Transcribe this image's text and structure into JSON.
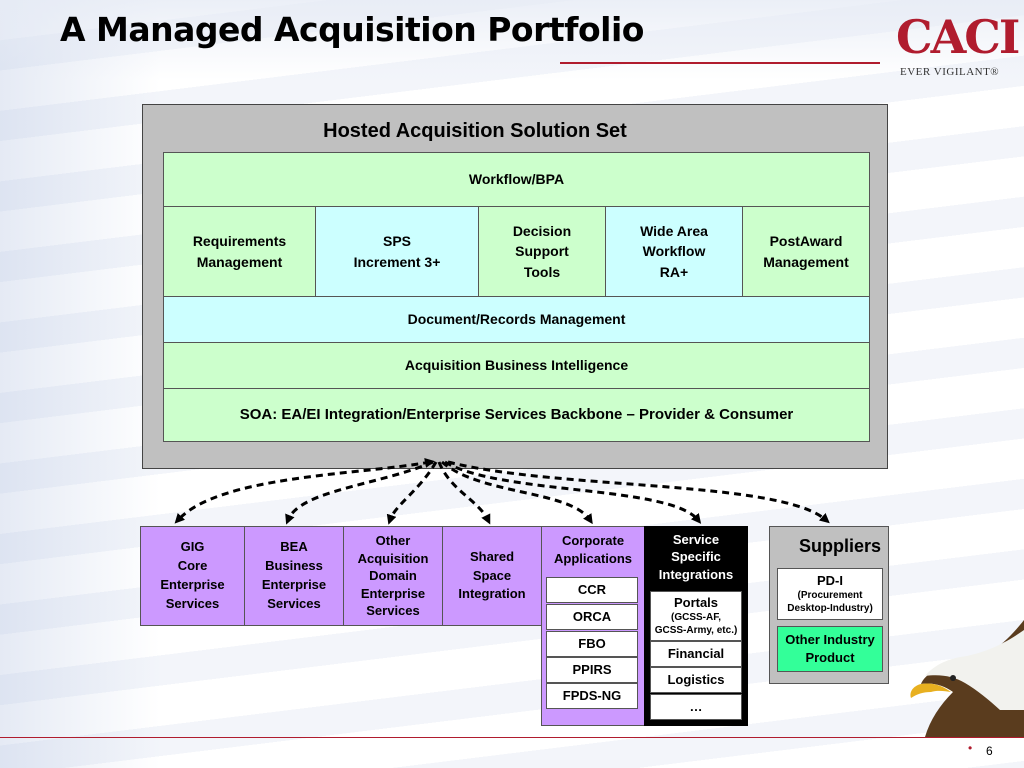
{
  "title": "A Managed Acquisition Portfolio",
  "logo": {
    "name": "CACI",
    "tagline": "EVER VIGILANT®"
  },
  "hosted": {
    "title": "Hosted Acquisition Solution Set",
    "workflow": "Workflow/BPA",
    "modules": [
      {
        "line1": "Requirements",
        "line2": "Management",
        "line3": ""
      },
      {
        "line1": "SPS",
        "line2": "Increment 3+",
        "line3": ""
      },
      {
        "line1": "Decision",
        "line2": "Support",
        "line3": "Tools"
      },
      {
        "line1": "Wide Area",
        "line2": "Workflow",
        "line3": "RA+"
      },
      {
        "line1": "PostAward",
        "line2": "Management",
        "line3": ""
      }
    ],
    "document_mgmt": "Document/Records Management",
    "business_intel": "Acquisition Business Intelligence",
    "soa": "SOA: EA/EI Integration/Enterprise Services Backbone – Provider & Consumer"
  },
  "services": [
    {
      "line1": "GIG",
      "line2": "Core",
      "line3": "Enterprise",
      "line4": "Services",
      "line5": ""
    },
    {
      "line1": "BEA",
      "line2": "Business",
      "line3": "Enterprise",
      "line4": "Services",
      "line5": ""
    },
    {
      "line1": "Other",
      "line2": "Acquisition",
      "line3": "Domain",
      "line4": "Enterprise",
      "line5": "Services"
    },
    {
      "line1": "Shared",
      "line2": "Space",
      "line3": "Integration",
      "line4": "",
      "line5": ""
    }
  ],
  "corporate": {
    "line1": "Corporate",
    "line2": "Applications",
    "items": [
      "CCR",
      "ORCA",
      "FBO",
      "PPIRS",
      "FPDS-NG"
    ]
  },
  "service_specific": {
    "line1": "Service",
    "line2": "Specific",
    "line3": "Integrations",
    "portals": {
      "label": "Portals",
      "sub1": "(GCSS-AF,",
      "sub2": "GCSS-Army, etc.)"
    },
    "items": [
      "Financial",
      "Logistics",
      "…"
    ]
  },
  "suppliers": {
    "title": "Suppliers",
    "pdi": {
      "label": "PD-I",
      "sub1": "(Procurement",
      "sub2": "Desktop-Industry)"
    },
    "other": {
      "line1": "Other Industry",
      "line2": "Product"
    }
  },
  "page_number": "6",
  "colors": {
    "green": "#ccffcc",
    "cyan": "#ccffff",
    "purple": "#cc99ff",
    "teal": "#33ff99",
    "frame": "#c0c0c0",
    "brand_red": "#b01c2e"
  }
}
